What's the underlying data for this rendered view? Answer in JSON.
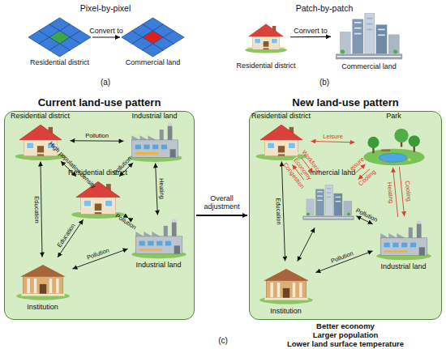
{
  "diagram": {
    "nodes": [
      {
        "text": [
          "Residential district"
        ]
      },
      {
        "text": [
          "Commercial land"
        ]
      },
      {
        "text": [
          "Residential district"
        ]
      },
      {
        "text": [
          "Commercial land"
        ]
      },
      {
        "text": [
          "Current land-use pattern"
        ]
      },
      {
        "text": [
          "Residential district"
        ],
        "in": 4
      },
      {
        "text": [
          "Industrial land"
        ],
        "in": 4
      },
      {
        "text": [
          "Residential district"
        ],
        "in": 4
      },
      {
        "text": [
          "Institution"
        ],
        "in": 4
      },
      {
        "text": [
          "Industrial land"
        ],
        "in": 4
      },
      {
        "text": [
          "New land-use pattern"
        ]
      },
      {
        "text": [
          "Residential district"
        ],
        "in": 10
      },
      {
        "text": [
          "Park"
        ],
        "in": 10
      },
      {
        "text": [
          "Commercial land"
        ],
        "in": 10
      },
      {
        "text": [
          "Institution"
        ],
        "in": 10
      },
      {
        "text": [
          "Industrial land"
        ],
        "in": 10
      }
    ],
    "edges": [
      {
        "from": 0,
        "to": 1,
        "arrow": "to",
        "label": "Convert to"
      },
      {
        "from": 2,
        "to": 3,
        "arrow": "to",
        "label": "Convert to"
      },
      {
        "from": 4,
        "to": 10,
        "arrow": "to",
        "label": "Overall adjustment"
      },
      {
        "from": 5,
        "to": 6,
        "arrow": "both",
        "label": "Pollution"
      },
      {
        "from": 5,
        "to": 7,
        "arrow": "both",
        "label": "High population density"
      },
      {
        "from": 6,
        "to": 9,
        "arrow": "both",
        "label": "Heating"
      },
      {
        "from": 7,
        "to": 6,
        "arrow": "both",
        "label": "Pollution"
      },
      {
        "from": 7,
        "to": 9,
        "arrow": "both",
        "label": "Pollution"
      },
      {
        "from": 5,
        "to": 8,
        "arrow": "both",
        "label": "Education"
      },
      {
        "from": 8,
        "to": 7,
        "arrow": "both",
        "label": "Education"
      },
      {
        "from": 8,
        "to": 9,
        "arrow": "both",
        "label": "Pollution"
      },
      {
        "from": 11,
        "to": 12,
        "arrow": "both",
        "label": "Leisure"
      },
      {
        "from": 11,
        "to": 13,
        "arrow": "to",
        "label": "Workforce"
      },
      {
        "from": 13,
        "to": 11,
        "arrow": "to",
        "label": "Economy"
      },
      {
        "from": 13,
        "to": 11,
        "arrow": "to",
        "label": "Congestion"
      },
      {
        "from": 13,
        "to": 12,
        "arrow": "to",
        "label": "Leisure"
      },
      {
        "from": 12,
        "to": 13,
        "arrow": "to",
        "label": "Cooling"
      },
      {
        "from": 15,
        "to": 12,
        "arrow": "to",
        "label": "Heating"
      },
      {
        "from": 12,
        "to": 15,
        "arrow": "to",
        "label": "Cooling"
      },
      {
        "from": 13,
        "to": 15,
        "arrow": "both",
        "label": "Pollution"
      },
      {
        "from": 11,
        "to": 14,
        "arrow": "both",
        "label": "Education"
      },
      {
        "from": 14,
        "to": 13,
        "arrow": "both"
      },
      {
        "from": 14,
        "to": 15,
        "arrow": "both",
        "label": "Pollution"
      }
    ],
    "labels": [
      "Pixel-by-pixel",
      "Patch-by-patch",
      "(a)",
      "(b)",
      "Better economy",
      "Larger population",
      "Lower land surface temperature",
      "(c)"
    ]
  }
}
